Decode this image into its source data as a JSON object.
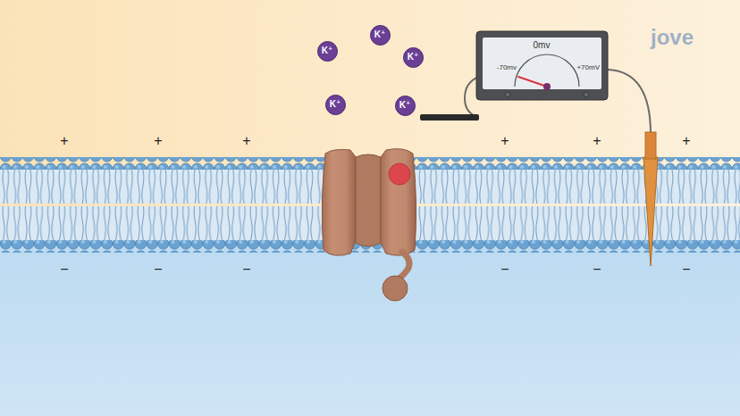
{
  "diagram": {
    "nodes": [
      {
        "text": [
          "K⁺"
        ]
      },
      {
        "text": [
          "K⁺"
        ]
      },
      {
        "text": [
          "K⁺"
        ]
      },
      {
        "text": [
          "K⁺"
        ]
      },
      {
        "text": [
          "K⁺"
        ]
      },
      {
        "text": [
          "0mv",
          "-70mv",
          "+70mV"
        ]
      }
    ],
    "labels": [
      "+",
      "+",
      "+",
      "+",
      "+",
      "+",
      "−",
      "−",
      "−",
      "−",
      "−",
      "−",
      "jove"
    ]
  }
}
